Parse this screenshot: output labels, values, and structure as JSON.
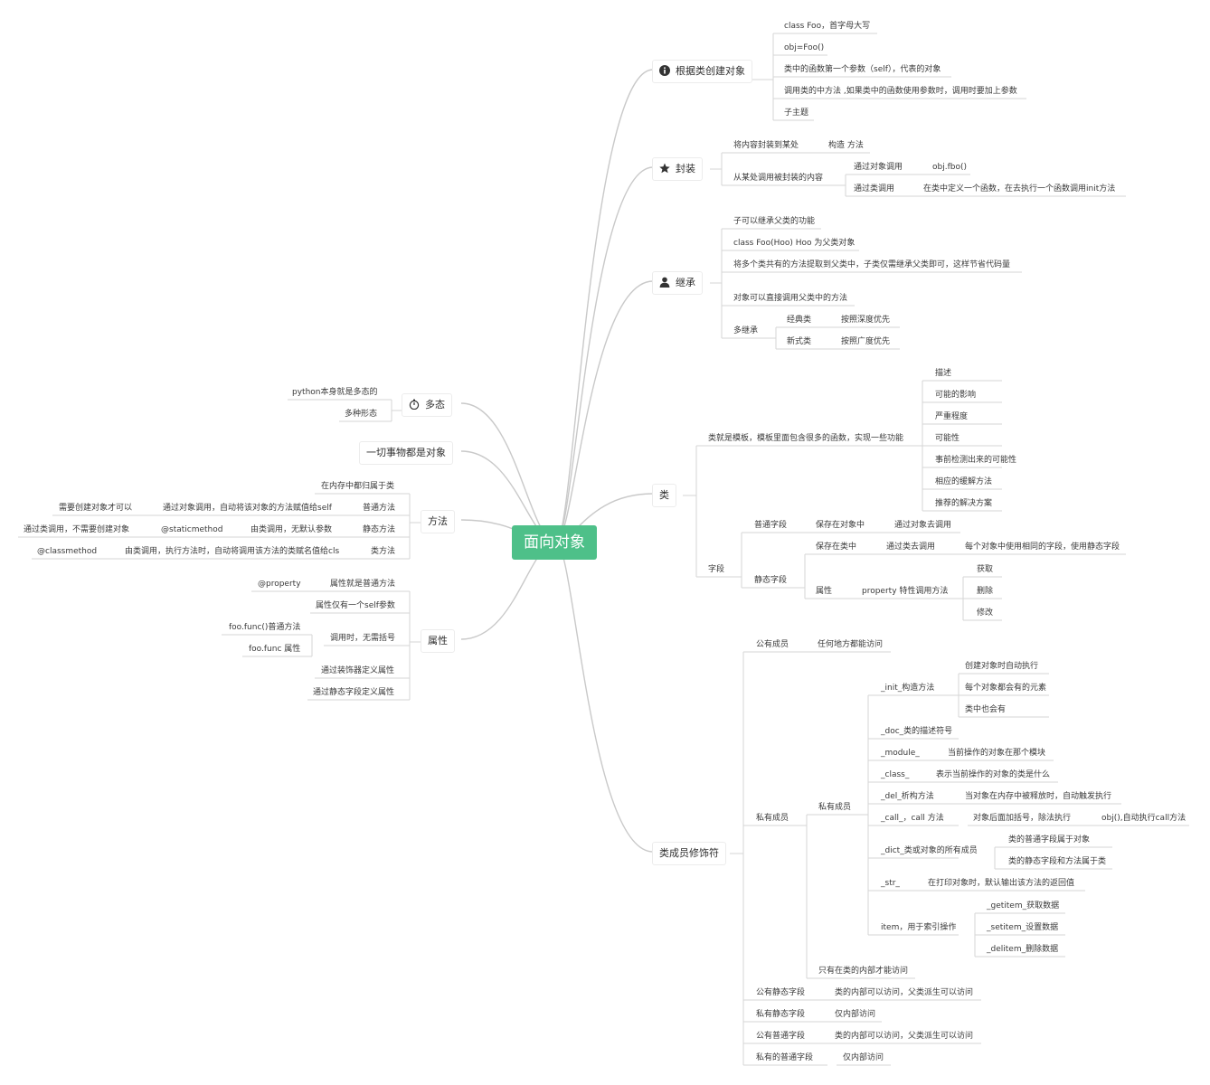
{
  "root": "面向对象",
  "branches": {
    "create_obj": {
      "label": "根据类创建对象",
      "icon": "info-icon",
      "items": [
        "class Foo，首字母大写",
        "obj=Foo()",
        "类中的函数第一个参数（self），代表的对象",
        "调用类的中方法 ,如果类中的函数使用参数时，调用时要加上参数",
        "子主题"
      ]
    },
    "encapsulation": {
      "label": "封装",
      "icon": "star-icon",
      "store": "将内容封装到某处",
      "store_detail": "构造 方法",
      "call": "从某处调用被封装的内容",
      "via_obj": "通过对象调用",
      "via_obj_detail": "obj.fbo()",
      "via_class": "通过类调用",
      "via_class_detail": "在类中定义一个函数，在去执行一个函数调用init方法"
    },
    "inheritance": {
      "label": "继承",
      "icon": "user-icon",
      "items": [
        "子可以继承父类的功能",
        "class Foo(Hoo) Hoo 为父类对象",
        "将多个类共有的方法提取到父类中，子类仅需继承父类即可，这样节省代码量",
        "对象可以直接调用父类中的方法"
      ],
      "multi": "多继承",
      "classic": "经典类",
      "classic_detail": "按照深度优先",
      "newstyle": "新式类",
      "newstyle_detail": "按照广度优先"
    },
    "class": {
      "label": "类",
      "template": "类就是模板，模板里面包含很多的函数，实现一些功能",
      "template_items": [
        "描述",
        "可能的影响",
        "严重程度",
        "可能性",
        "事前检测出来的可能性",
        "相应的缓解方法",
        "推荐的解决方案"
      ],
      "fields": "字段",
      "normal_field": "普通字段",
      "normal_store": "保存在对象中",
      "normal_call": "通过对象去调用",
      "static_field": "静态字段",
      "static_store": "保存在类中",
      "static_call": "通过类去调用",
      "static_note": "每个对象中使用相同的字段，使用静态字段",
      "attribute": "属性",
      "property_call": "property 特性调用方法",
      "get": "获取",
      "delete": "删除",
      "modify": "修改"
    },
    "modifiers": {
      "label": "类成员修饰符",
      "public": "公有成员",
      "public_detail": "任何地方都能访问",
      "private": "私有成员",
      "private2": "私有成员",
      "init": "_init_构造方法",
      "init_items": [
        "创建对象时自动执行",
        "每个对象都会有的元素",
        "类中也会有"
      ],
      "doc": "_doc_类的描述符号",
      "module": "_module_",
      "module_detail": "当前操作的对象在那个模块",
      "klass": "_class_",
      "klass_detail": "表示当前操作的对象的类是什么",
      "del": "_del_析构方法",
      "del_detail": "当对象在内存中被释放时，自动触发执行",
      "call": "_call_，call 方法",
      "call_detail": "对象后面加括号，除法执行",
      "call_detail2": "obj(),自动执行call方法",
      "dict": "_dict_类或对象的所有成员",
      "dict_items": [
        "类的普通字段属于对象",
        "类的静态字段和方法属于类"
      ],
      "str": "_str_",
      "str_detail": "在打印对象时，默认输出该方法的返回值",
      "item": "item，用于索引操作",
      "item_items": [
        "_getitem_获取数据",
        "_setitem_设置数据",
        "_delitem_删除数据"
      ],
      "internal_only": "只有在类的内部才能访问",
      "pub_static": "公有静态字段",
      "pub_static_detail": "类的内部可以访问，父类派生可以访问",
      "priv_static": "私有静态字段",
      "priv_static_detail": "仅内部访问",
      "pub_normal": "公有普通字段",
      "pub_normal_detail": "类的内部可以访问，父类派生可以访问",
      "priv_normal": "私有的普通字段",
      "priv_normal_detail": "仅内部访问"
    },
    "polymorphism": {
      "label": "多态",
      "icon": "stopwatch-icon",
      "items": [
        "python本身就是多态的",
        "多种形态"
      ]
    },
    "everything": {
      "label": "一切事物都是对象"
    },
    "methods": {
      "label": "方法",
      "in_memory": "在内存中都归属于类",
      "normal": "普通方法",
      "normal_detail": "通过对象调用，自动将该对象的方法赋值给self",
      "normal_note": "需要创建对象才可以",
      "static": "静态方法",
      "static_detail": "由类调用，无默认参数",
      "static_deco": "@staticmethod",
      "static_note": "通过类调用，不需要创建对象",
      "classm": "类方法",
      "classm_detail": "由类调用，执行方法时，自动将调用该方法的类赋名值给cls",
      "classm_deco": "@classmethod"
    },
    "properties": {
      "label": "属性",
      "is_method": "属性就是普通方法",
      "is_method_deco": "@property",
      "one_self": "属性仅有一个self参数",
      "no_parens": "调用时，无需括号",
      "func_call": "foo.func()普通方法",
      "func_attr": "foo.func 属性",
      "by_decorator": "通过装饰器定义属性",
      "by_static": "通过静态字段定义属性"
    }
  }
}
